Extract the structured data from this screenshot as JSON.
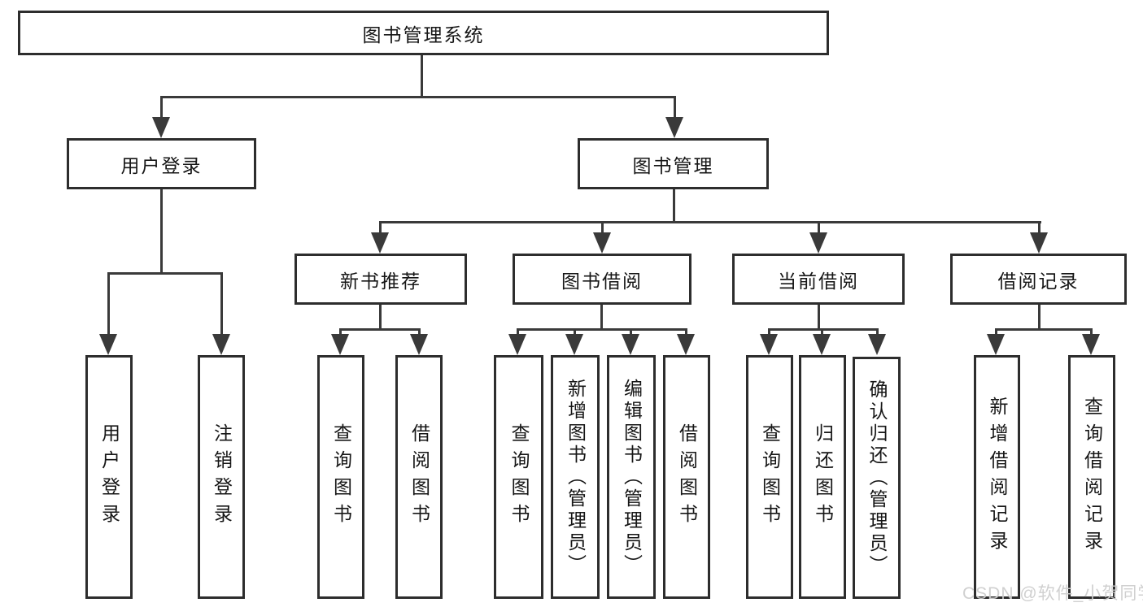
{
  "diagram": {
    "root": {
      "label": "图书管理系统"
    },
    "branches": {
      "user_login": {
        "label": "用户登录",
        "children": [
          {
            "label": "用户登录"
          },
          {
            "label": "注销登录"
          }
        ]
      },
      "book_mgmt": {
        "label": "图书管理",
        "children": [
          {
            "label": "新书推荐",
            "children": [
              {
                "label": "查询图书"
              },
              {
                "label": "借阅图书"
              }
            ]
          },
          {
            "label": "图书借阅",
            "children": [
              {
                "label": "查询图书"
              },
              {
                "label": "新增图书（管理员）"
              },
              {
                "label": "编辑图书（管理员）"
              },
              {
                "label": "借阅图书"
              }
            ]
          },
          {
            "label": "当前借阅",
            "children": [
              {
                "label": "查询图书"
              },
              {
                "label": "归还图书"
              },
              {
                "label": "确认归还（管理员）"
              }
            ]
          },
          {
            "label": "借阅记录",
            "children": [
              {
                "label": "新增借阅记录"
              },
              {
                "label": "查询借阅记录"
              }
            ]
          }
        ]
      }
    }
  },
  "watermark": {
    "text": "CSDN @软件_小贺同学",
    "color": "#cdcdcd"
  },
  "colors": {
    "line": "#3a3a3a",
    "box_border": "#2d2d2d",
    "box_background": "#ffffff",
    "text": "#161616"
  }
}
